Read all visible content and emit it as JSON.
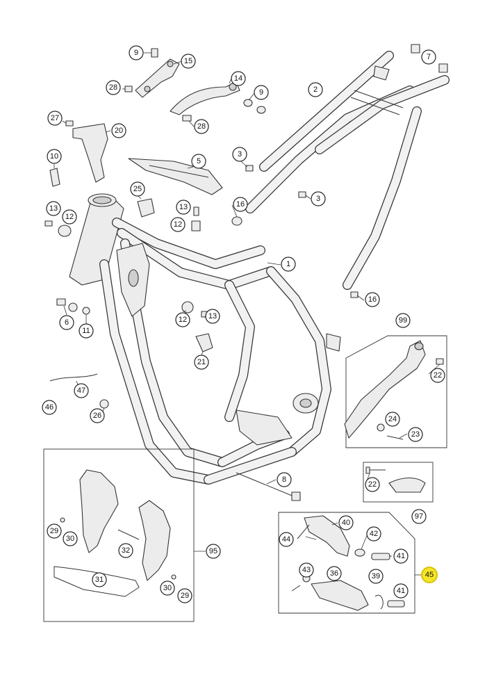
{
  "diagram": {
    "callouts": [
      {
        "id": "c9a",
        "label": "9"
      },
      {
        "id": "c15",
        "label": "15"
      },
      {
        "id": "c28a",
        "label": "28"
      },
      {
        "id": "c14",
        "label": "14"
      },
      {
        "id": "c9b",
        "label": "9"
      },
      {
        "id": "c28b",
        "label": "28"
      },
      {
        "id": "c2",
        "label": "2"
      },
      {
        "id": "c7",
        "label": "7"
      },
      {
        "id": "c27",
        "label": "27"
      },
      {
        "id": "c20",
        "label": "20"
      },
      {
        "id": "c10",
        "label": "10"
      },
      {
        "id": "c5",
        "label": "5"
      },
      {
        "id": "c3a",
        "label": "3"
      },
      {
        "id": "c3b",
        "label": "3"
      },
      {
        "id": "c25",
        "label": "25"
      },
      {
        "id": "c13a",
        "label": "13"
      },
      {
        "id": "c12a",
        "label": "12"
      },
      {
        "id": "c13b",
        "label": "13"
      },
      {
        "id": "c12b",
        "label": "12"
      },
      {
        "id": "c16a",
        "label": "16"
      },
      {
        "id": "c1",
        "label": "1"
      },
      {
        "id": "c16b",
        "label": "16"
      },
      {
        "id": "c6",
        "label": "6"
      },
      {
        "id": "c11",
        "label": "11"
      },
      {
        "id": "c12c",
        "label": "12"
      },
      {
        "id": "c13c",
        "label": "13"
      },
      {
        "id": "c21",
        "label": "21"
      },
      {
        "id": "c99",
        "label": "99"
      },
      {
        "id": "c22a",
        "label": "22"
      },
      {
        "id": "c47",
        "label": "47"
      },
      {
        "id": "c46",
        "label": "46"
      },
      {
        "id": "c26",
        "label": "26"
      },
      {
        "id": "c24",
        "label": "24"
      },
      {
        "id": "c23",
        "label": "23"
      },
      {
        "id": "c8",
        "label": "8"
      },
      {
        "id": "c22b",
        "label": "22"
      },
      {
        "id": "c97",
        "label": "97"
      },
      {
        "id": "c40",
        "label": "40"
      },
      {
        "id": "c44",
        "label": "44"
      },
      {
        "id": "c42",
        "label": "42"
      },
      {
        "id": "c29a",
        "label": "29"
      },
      {
        "id": "c30a",
        "label": "30"
      },
      {
        "id": "c32",
        "label": "32"
      },
      {
        "id": "c95",
        "label": "95"
      },
      {
        "id": "c41a",
        "label": "41"
      },
      {
        "id": "c43",
        "label": "43"
      },
      {
        "id": "c36",
        "label": "36"
      },
      {
        "id": "c39",
        "label": "39"
      },
      {
        "id": "c45",
        "label": "45",
        "highlight": true
      },
      {
        "id": "c31",
        "label": "31"
      },
      {
        "id": "c30b",
        "label": "30"
      },
      {
        "id": "c29b",
        "label": "29"
      },
      {
        "id": "c41b",
        "label": "41"
      }
    ],
    "highlight_color": "#f5e52a"
  }
}
